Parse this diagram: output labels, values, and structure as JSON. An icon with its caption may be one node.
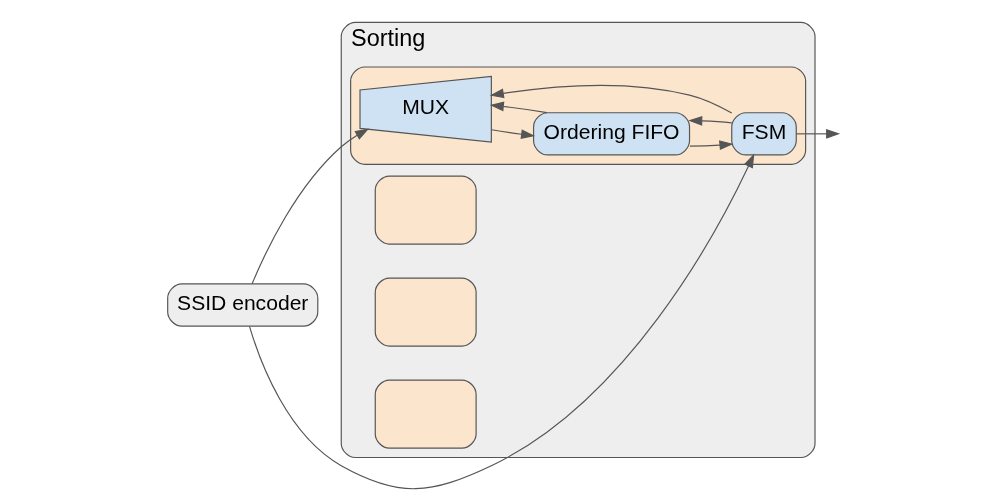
{
  "diagram": {
    "nodes": [
      {
        "text": [
          "SSID encoder"
        ]
      },
      {
        "text": [
          "Sorting"
        ]
      },
      {
        "text": [],
        "shape": "box",
        "in": 1
      },
      {
        "text": [],
        "shape": "box",
        "in": 1
      },
      {
        "text": [],
        "shape": "box",
        "in": 1
      },
      {
        "text": [],
        "shape": "box",
        "in": 1
      },
      {
        "text": [
          "MUX"
        ],
        "in": 5
      },
      {
        "text": [
          "Ordering FIFO"
        ],
        "in": 5
      },
      {
        "text": [
          "FSM"
        ],
        "in": 5
      }
    ],
    "edges": [
      {
        "from": 0,
        "to": 6,
        "arrow": "to"
      },
      {
        "from": 7,
        "to": 6,
        "arrow": "to"
      },
      {
        "from": 6,
        "to": 7,
        "arrow": "to"
      },
      {
        "from": 7,
        "to": 8,
        "arrow": "to"
      },
      {
        "from": 0,
        "to": 8,
        "arrow": "to"
      },
      {
        "from": 8,
        "to": 7,
        "arrow": "to"
      },
      {
        "from": 8,
        "to": 6,
        "arrow": "to"
      },
      {
        "from": 8,
        "to": null,
        "arrow": "to"
      }
    ]
  }
}
